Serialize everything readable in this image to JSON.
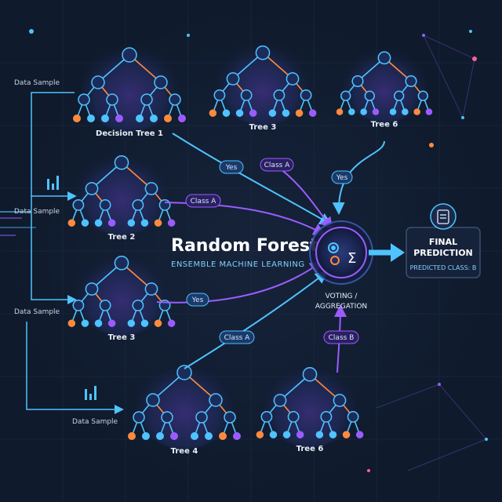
{
  "title": "Random Forest",
  "subtitle": "ENSEMBLE MACHINE LEARNING",
  "aggregator": {
    "line1": "VOTING /",
    "line2": "AGGREGATION"
  },
  "final": {
    "line1": "FINAL",
    "line2": "PREDICTION",
    "predicted": "PREDICTED CLASS: B"
  },
  "samples": [
    "Data Sample",
    "Data Sample",
    "Data Sample",
    "Data Sample"
  ],
  "trees": [
    {
      "label": "Decision Tree 1"
    },
    {
      "label": "Tree 3"
    },
    {
      "label": "Tree 6"
    },
    {
      "label": "Tree 2"
    },
    {
      "label": "Tree 3"
    },
    {
      "label": "Tree 4"
    },
    {
      "label": "Tree 6"
    }
  ],
  "votes": [
    "Yes",
    "Class A",
    "Yes",
    "Class A",
    "Yes",
    "Class A",
    "Class B"
  ],
  "colors": {
    "accent": "#4fc3ff",
    "purple": "#9b5cff",
    "orange": "#ff8a3d",
    "background": "#0f1a2c"
  }
}
